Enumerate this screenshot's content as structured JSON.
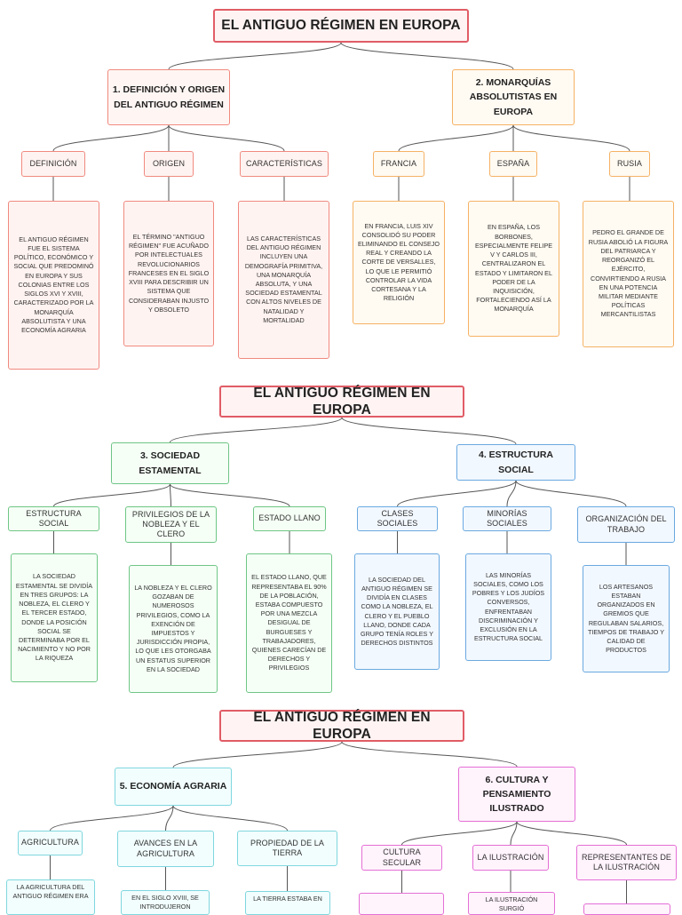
{
  "panels": [
    {
      "title": "EL ANTIGUO RÉGIMEN EN EUROPA",
      "left": {
        "heading": "1. DEFINICIÓN Y ORIGEN DEL ANTIGUO RÉGIMEN",
        "color": "red",
        "children": [
          {
            "label": "DEFINICIÓN",
            "text": "EL ANTIGUO RÉGIMEN FUE EL SISTEMA POLÍTICO, ECONÓMICO Y SOCIAL QUE PREDOMINÓ EN EUROPA Y SUS COLONIAS ENTRE LOS SIGLOS XVI Y XVIII, CARACTERIZADO POR LA MONARQUÍA ABSOLUTISTA Y UNA ECONOMÍA AGRARIA"
          },
          {
            "label": "ORIGEN",
            "text": "EL TÉRMINO \"ANTIGUO RÉGIMEN\" FUE ACUÑADO POR INTELECTUALES REVOLUCIONARIOS FRANCESES EN EL SIGLO XVIII PARA DESCRIBIR UN SISTEMA QUE CONSIDERABAN INJUSTO Y OBSOLETO"
          },
          {
            "label": "CARACTERÍSTICAS",
            "text": "LAS CARACTERÍSTICAS DEL ANTIGUO RÉGIMEN INCLUYEN UNA DEMOGRAFÍA PRIMITIVA, UNA MONARQUÍA ABSOLUTA, Y UNA SOCIEDAD ESTAMENTAL CON ALTOS NIVELES DE NATALIDAD Y MORTALIDAD"
          }
        ]
      },
      "right": {
        "heading": "2. MONARQUÍAS ABSOLUTISTAS EN EUROPA",
        "color": "orange",
        "children": [
          {
            "label": "FRANCIA",
            "text": "EN FRANCIA, LUIS XIV CONSOLIDÓ SU PODER ELIMINANDO EL CONSEJO REAL Y CREANDO LA CORTE DE VERSALLES, LO QUE LE PERMITIÓ CONTROLAR LA VIDA CORTESANA Y LA RELIGIÓN"
          },
          {
            "label": "ESPAÑA",
            "text": "EN ESPAÑA, LOS BORBONES, ESPECIALMENTE FELIPE V Y CARLOS III, CENTRALIZARON EL ESTADO Y LIMITARON EL PODER DE LA INQUISICIÓN, FORTALECIENDO ASÍ LA MONARQUÍA"
          },
          {
            "label": "RUSIA",
            "text": "PEDRO EL GRANDE DE RUSIA ABOLIÓ LA FIGURA DEL PATRIARCA Y REORGANIZÓ EL EJÉRCITO, CONVIRTIENDO A RUSIA EN UNA POTENCIA MILITAR MEDIANTE POLÍTICAS MERCANTILISTAS"
          }
        ]
      }
    },
    {
      "title": "EL ANTIGUO RÉGIMEN EN EUROPA",
      "left": {
        "heading": "3. SOCIEDAD ESTAMENTAL",
        "color": "green",
        "children": [
          {
            "label": "ESTRUCTURA SOCIAL",
            "text": "LA SOCIEDAD ESTAMENTAL SE DIVIDÍA EN TRES GRUPOS: LA NOBLEZA, EL CLERO Y EL TERCER ESTADO, DONDE LA POSICIÓN SOCIAL SE DETERMINABA POR EL NACIMIENTO Y NO POR LA RIQUEZA"
          },
          {
            "label": "PRIVILEGIOS DE LA NOBLEZA Y EL CLERO",
            "text": "LA NOBLEZA Y EL CLERO GOZABAN DE NUMEROSOS PRIVILEGIOS, COMO LA EXENCIÓN DE IMPUESTOS Y JURISDICCIÓN PROPIA, LO QUE LES OTORGABA UN ESTATUS SUPERIOR EN LA SOCIEDAD"
          },
          {
            "label": "ESTADO LLANO",
            "text": "EL ESTADO LLANO, QUE REPRESENTABA EL 90% DE LA POBLACIÓN, ESTABA COMPUESTO POR UNA MEZCLA DESIGUAL DE BURGUESES Y TRABAJADORES, QUIENES CARECÍAN DE DERECHOS Y PRIVILEGIOS"
          }
        ]
      },
      "right": {
        "heading": "4. ESTRUCTURA SOCIAL",
        "color": "blue",
        "children": [
          {
            "label": "CLASES SOCIALES",
            "text": "LA SOCIEDAD DEL ANTIGUO RÉGIMEN SE DIVIDÍA EN CLASES COMO LA NOBLEZA, EL CLERO Y EL PUEBLO LLANO, DONDE CADA GRUPO TENÍA ROLES Y DERECHOS DISTINTOS"
          },
          {
            "label": "MINORÍAS SOCIALES",
            "text": "LAS MINORÍAS SOCIALES, COMO LOS POBRES Y LOS JUDÍOS CONVERSOS, ENFRENTABAN DISCRIMINACIÓN Y EXCLUSIÓN EN LA ESTRUCTURA SOCIAL"
          },
          {
            "label": "ORGANIZACIÓN DEL TRABAJO",
            "text": "LOS ARTESANOS ESTABAN ORGANIZADOS EN GREMIOS QUE REGULABAN SALARIOS, TIEMPOS DE TRABAJO Y CALIDAD DE PRODUCTOS"
          }
        ]
      }
    },
    {
      "title": "EL ANTIGUO RÉGIMEN EN EUROPA",
      "left": {
        "heading": "5. ECONOMÍA AGRARIA",
        "color": "cyan",
        "children": [
          {
            "label": "AGRICULTURA",
            "text": "LA AGRICULTURA DEL ANTIGUO RÉGIMEN ERA"
          },
          {
            "label": "AVANCES EN LA AGRICULTURA",
            "text": "EN EL SIGLO XVIII, SE INTRODUJERON"
          },
          {
            "label": "PROPIEDAD DE LA TIERRA",
            "text": "LA TIERRA ESTABA EN"
          }
        ]
      },
      "right": {
        "heading": "6. CULTURA Y PENSAMIENTO ILUSTRADO",
        "color": "pink",
        "children": [
          {
            "label": "CULTURA SECULAR",
            "text": ""
          },
          {
            "label": "LA ILUSTRACIÓN",
            "text": "LA ILUSTRACIÓN SURGIÓ"
          },
          {
            "label": "REPRESENTANTES DE LA ILUSTRACIÓN",
            "text": ""
          }
        ]
      }
    }
  ],
  "colors": {
    "red": "#f08a80",
    "orange": "#f6b265",
    "green": "#6fc686",
    "blue": "#6aa9e0",
    "cyan": "#7fd7df",
    "pink": "#e56fd6",
    "title": "#e05c66",
    "line": "#555555"
  }
}
